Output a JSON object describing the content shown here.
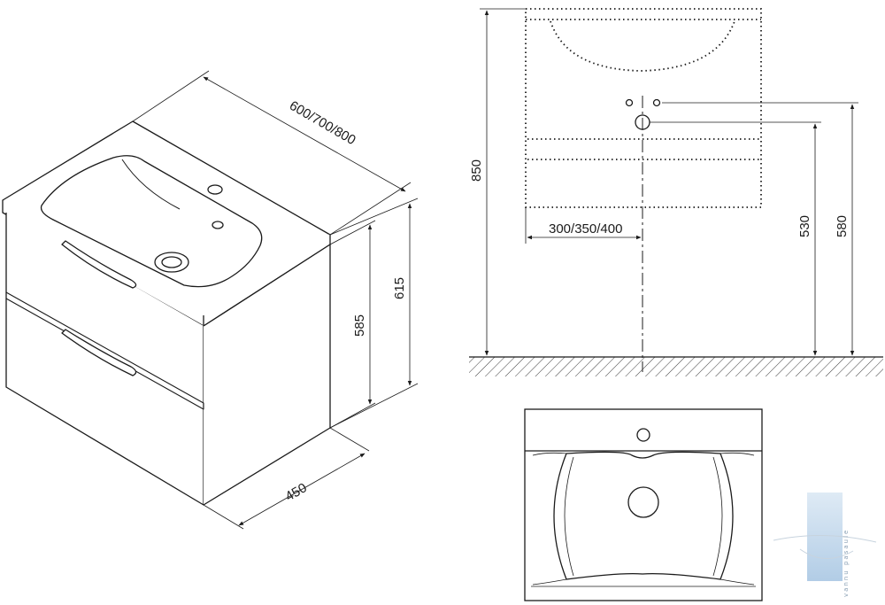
{
  "dimensions": {
    "width_options": "600/700/800",
    "depth": "450",
    "cabinet_height": "585",
    "total_height": "615",
    "mount_height": "850",
    "basin_offset": "300/350/400",
    "inlet_height": "530",
    "outlet_height": "580"
  },
  "watermark": {
    "text": "vannu pasaule"
  },
  "colors": {
    "line": "#1b1b1b",
    "dim_line": "#3a3a3a",
    "watermark": "#9fc0de"
  }
}
